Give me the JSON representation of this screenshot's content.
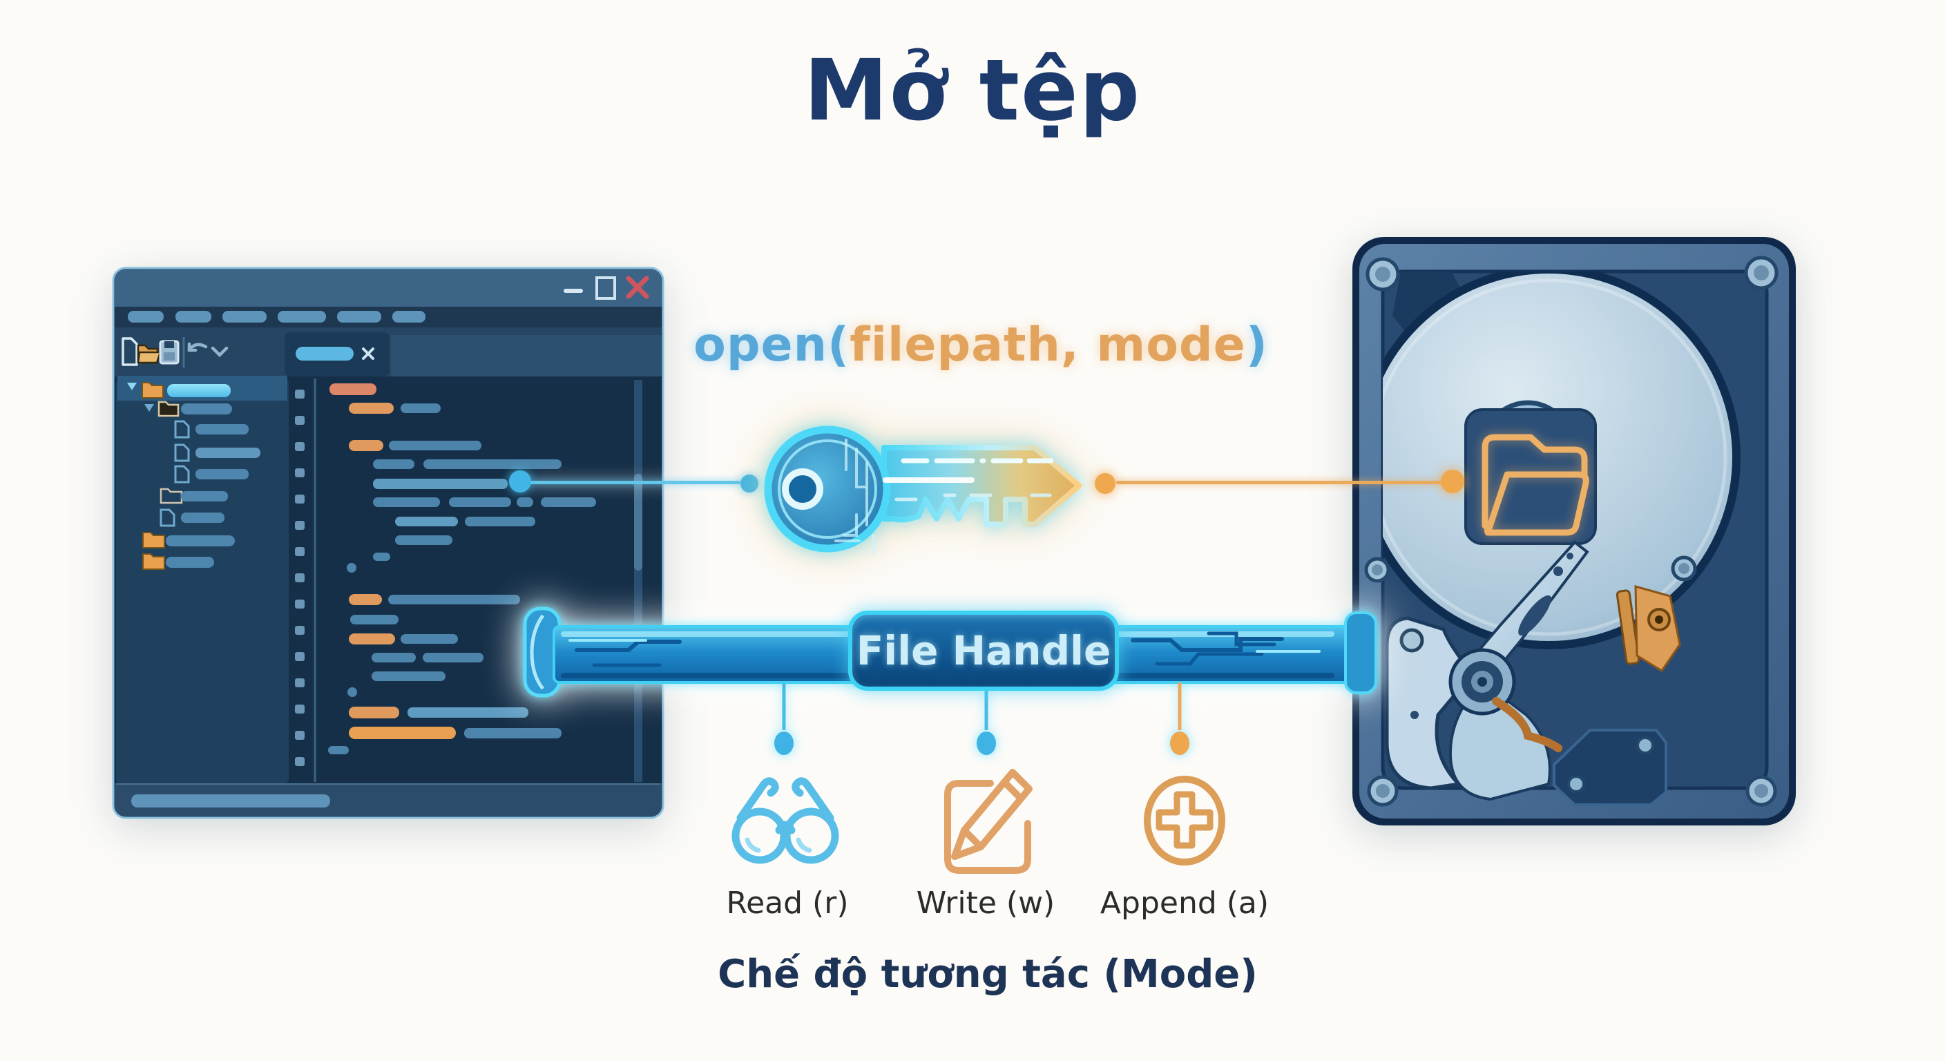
{
  "title": "Mở tệp",
  "caption": "Chế độ tương tác (Mode)",
  "open_call": {
    "function": "open",
    "paren_open": "(",
    "arguments": "filepath, mode",
    "paren_close": ")"
  },
  "pipe": {
    "label": "File Handle"
  },
  "modes": [
    {
      "label": "Read (r)",
      "icon": "glasses-icon",
      "accent": "#58bee8"
    },
    {
      "label": "Write (w)",
      "icon": "pencil-square-icon",
      "accent": "#e0a266"
    },
    {
      "label": "Append (a)",
      "icon": "plus-circle-icon",
      "accent": "#dd9e58"
    }
  ],
  "editor_window": {
    "controls": [
      "minimize",
      "maximize",
      "close"
    ]
  },
  "colors": {
    "background": "#fcfbf8",
    "title_navy": "#1d3a6c",
    "open_blue": "#57a8d8",
    "args_orange": "#e2a35d",
    "pipe_cyan": "#3bd2f4",
    "pipe_blue": "#1f8aca",
    "editor_titlebar": "#3c6486",
    "editor_code_bg": "#152f48",
    "folder_orange": "#e8a14f",
    "hdd_case_blue": "#3c5f87",
    "connector_orange": "#f0a84e",
    "connector_cyan": "#41b6e6"
  }
}
